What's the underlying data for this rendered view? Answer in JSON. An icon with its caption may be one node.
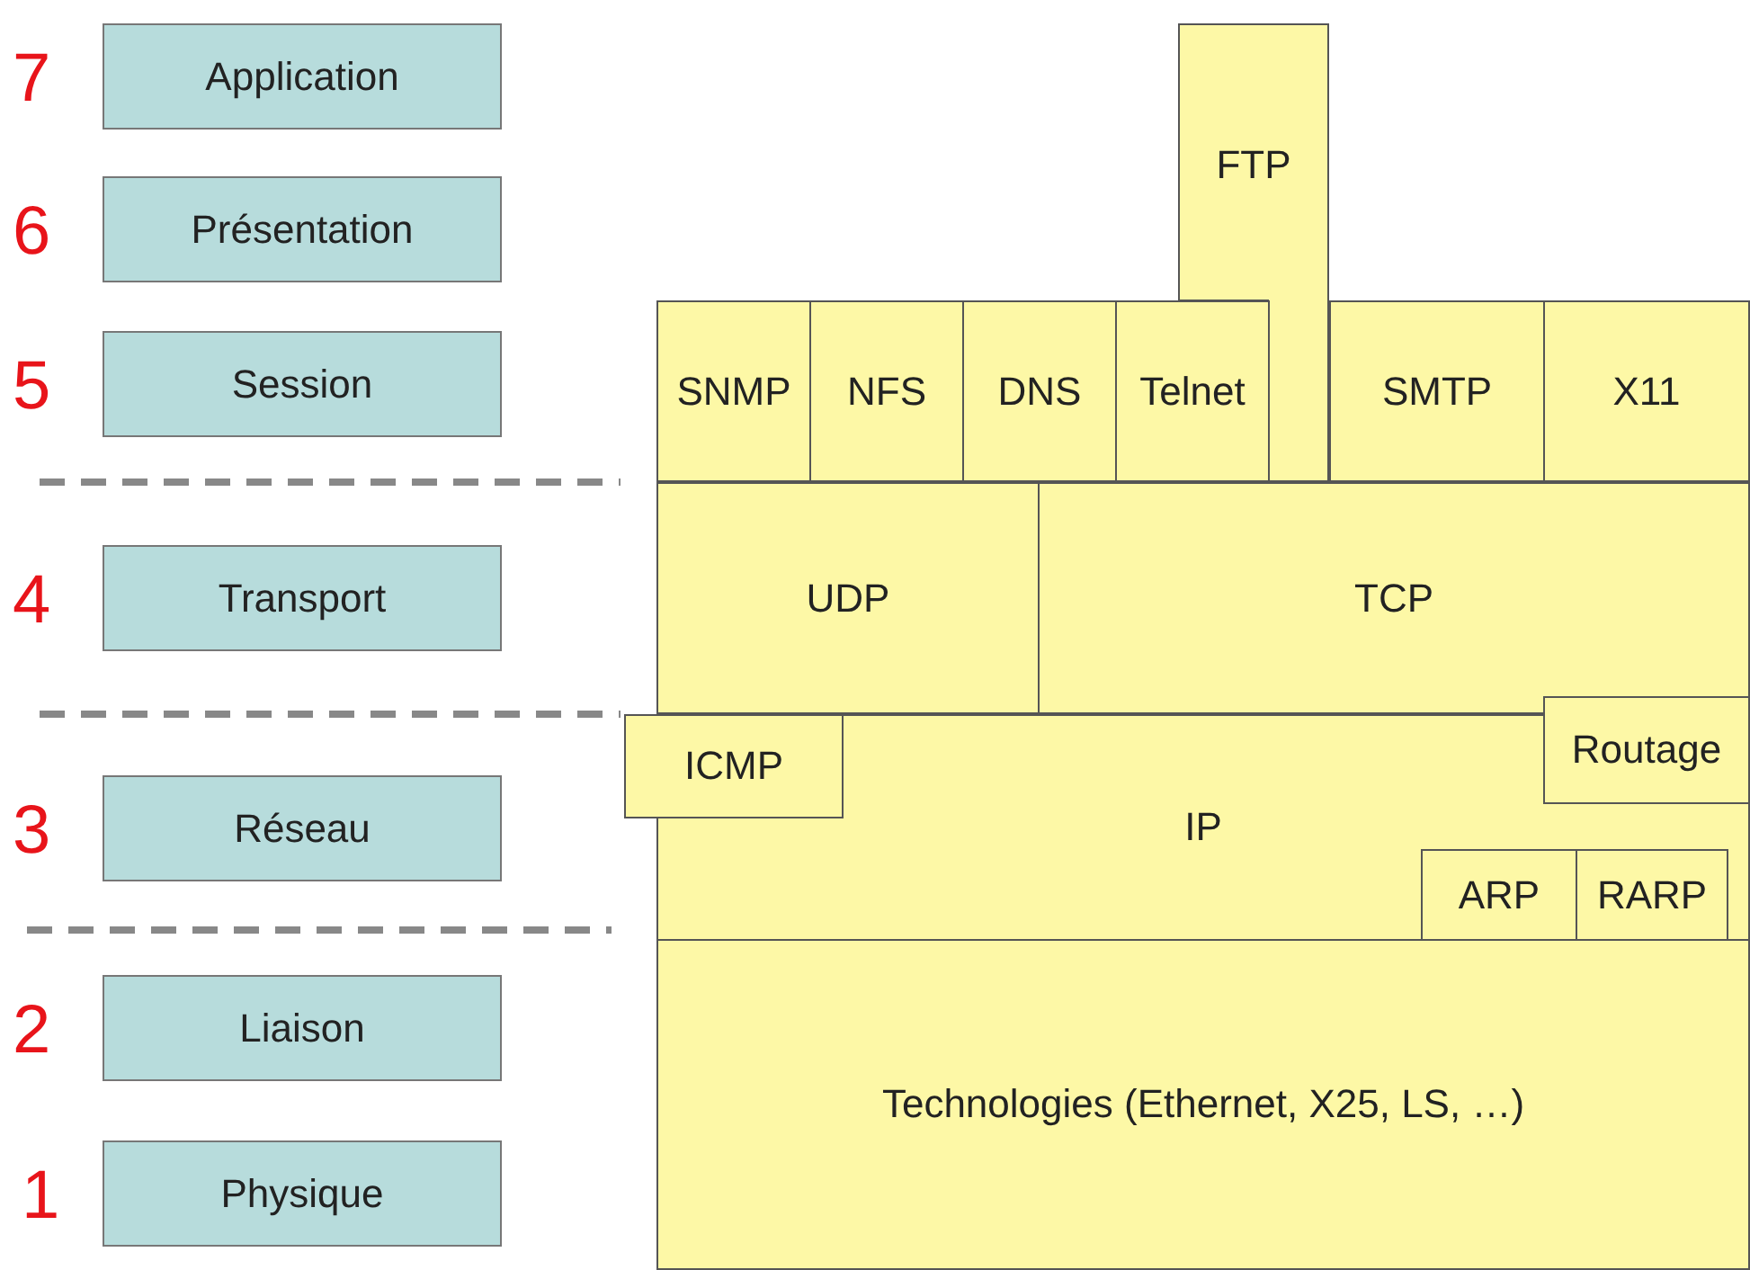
{
  "diagram": {
    "nodes": [
      {
        "text": [
          "Application"
        ],
        "beside": [
          "7"
        ]
      },
      {
        "text": [
          "Présentation"
        ],
        "beside": [
          "6"
        ]
      },
      {
        "text": [
          "Session"
        ],
        "beside": [
          "5"
        ]
      },
      {
        "text": [
          "Transport"
        ],
        "beside": [
          "4"
        ]
      },
      {
        "text": [
          "Réseau"
        ],
        "beside": [
          "3"
        ]
      },
      {
        "text": [
          "Liaison"
        ],
        "beside": [
          "2"
        ]
      },
      {
        "text": [
          "Physique"
        ],
        "beside": [
          "1"
        ]
      },
      {
        "text": [
          "FTP"
        ]
      },
      {
        "text": [
          "SNMP"
        ]
      },
      {
        "text": [
          "NFS"
        ]
      },
      {
        "text": [
          "DNS"
        ]
      },
      {
        "text": [
          "Telnet"
        ]
      },
      {
        "text": [
          "SMTP"
        ]
      },
      {
        "text": [
          "X11"
        ]
      },
      {
        "text": [
          "UDP"
        ]
      },
      {
        "text": [
          "TCP"
        ]
      },
      {
        "text": [
          "ICMP"
        ]
      },
      {
        "text": [
          "IP"
        ]
      },
      {
        "text": [
          "Routage"
        ]
      },
      {
        "text": [
          "ARP"
        ],
        "in": 17
      },
      {
        "text": [
          "RARP"
        ],
        "in": 17
      },
      {
        "text": [
          "Technologies (Ethernet, X25, LS, …)"
        ]
      }
    ],
    "edges": []
  }
}
